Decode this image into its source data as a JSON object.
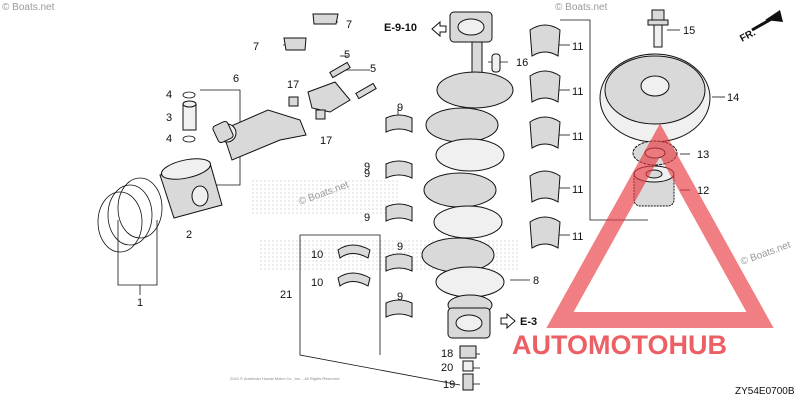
{
  "diagram": {
    "callouts": [
      "1",
      "2",
      "3",
      "4",
      "4",
      "5",
      "5",
      "6",
      "7",
      "7",
      "8",
      "9",
      "9",
      "9",
      "9",
      "9",
      "9",
      "10",
      "10",
      "11",
      "11",
      "11",
      "11",
      "11",
      "12",
      "13",
      "14",
      "15",
      "16",
      "17",
      "17",
      "18",
      "19",
      "20",
      "21"
    ],
    "references": {
      "top": "E-9-10",
      "bottom": "E-3"
    },
    "direction_label": "FR.",
    "diagram_code": "ZY54E0700B",
    "watermarks": [
      "© Boats.net",
      "© Boats.net",
      "© Boats.net",
      "© Boats.net"
    ],
    "copyright": "2010 © American Honda Motor Co., Inc. - All Rights Reserved",
    "brand_logo": {
      "text": "AUTOMOTOHUB",
      "color": "#e8393f"
    }
  }
}
